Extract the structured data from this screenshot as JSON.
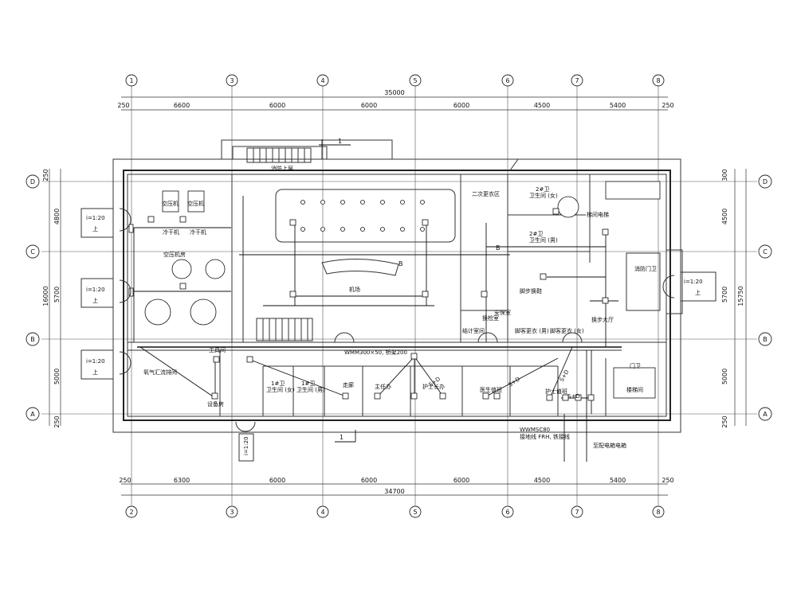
{
  "grid": {
    "columns_top": [
      "1",
      "3",
      "4",
      "5",
      "6",
      "7",
      "8"
    ],
    "columns_bottom": [
      "2",
      "3",
      "4",
      "5",
      "6",
      "7",
      "8"
    ],
    "rows_left": [
      "D",
      "C",
      "B",
      "A"
    ],
    "rows_right": [
      "D",
      "C",
      "B",
      "A"
    ]
  },
  "dims": {
    "top_total": "35000",
    "top_segments": [
      "250",
      "6600",
      "6000",
      "6000",
      "6000",
      "4500",
      "5400",
      "250"
    ],
    "bottom_total": "34700",
    "bottom_segments": [
      "250",
      "6300",
      "6000",
      "6000",
      "6000",
      "4500",
      "5400",
      "250"
    ],
    "left_total": "16000",
    "left_segments": [
      "250",
      "4800",
      "5700",
      "5000",
      "250"
    ],
    "right_total": "15750",
    "right_segments": [
      "300",
      "4500",
      "5700",
      "5000",
      "250"
    ]
  },
  "ramps": {
    "left_top": [
      "i=1:20",
      "上"
    ],
    "left_mid": [
      "i=1:20",
      "上"
    ],
    "left_bottom": [
      "i=1:20",
      "上"
    ],
    "right": [
      "i=1:20",
      "上"
    ],
    "bottom": "i=1:20"
  },
  "section_marks": [
    "1",
    "1"
  ],
  "rooms": {
    "compressor_1": "空压机",
    "compressor_2": "空压机",
    "dryer_1": "冷干机",
    "dryer_2": "冷干机",
    "compressor_room": "空压机房",
    "hall": "机场",
    "secondary_change": "二次更衣区",
    "toilet_women_2f": [
      "2#卫",
      "卫生间 (女)"
    ],
    "toilet_men_2f": [
      "2#卫",
      "卫生间 (男)"
    ],
    "elevator_area": "梯间电梯",
    "security": "安保室",
    "shoe_change": "脚步换鞋",
    "inspection": "换检室",
    "checkout": "结计室间",
    "guest_change_m": "脚客更衣 (男)",
    "guest_change_f": "脚客更衣 (女)",
    "lobby": "换步大厅",
    "guard_room": "消防门卫",
    "room_top": "消防上层",
    "gas_station": "氧气汇流排间",
    "tool_room": "工具间",
    "storage": "设备房",
    "toilet_women_1f": [
      "1#卫",
      "卫生间 (女)"
    ],
    "toilet_men_1f": [
      "1#卫",
      "卫生间 (男)"
    ],
    "corridor": "走廊",
    "director_office": "主任办",
    "nurse_office": "护士长办",
    "doctor_office": "医生值班",
    "nurse_duty": "护士值班",
    "stair_landing": "楼梯间",
    "guard": "门卫"
  },
  "annotations": {
    "tray": "WMM300×50, 桥架200",
    "pipe_a": "WWMSC80",
    "pipe_b": "接地线 FRH, 铁接线",
    "meter_box": "至配电箱电箱",
    "wire_b_1": "B",
    "wire_b_2": "B"
  },
  "switch_labels": [
    "S+D",
    "S+D",
    "S+D",
    "S+D"
  ],
  "lines": {
    "wire_main": "black",
    "wall_color": "#222222"
  }
}
